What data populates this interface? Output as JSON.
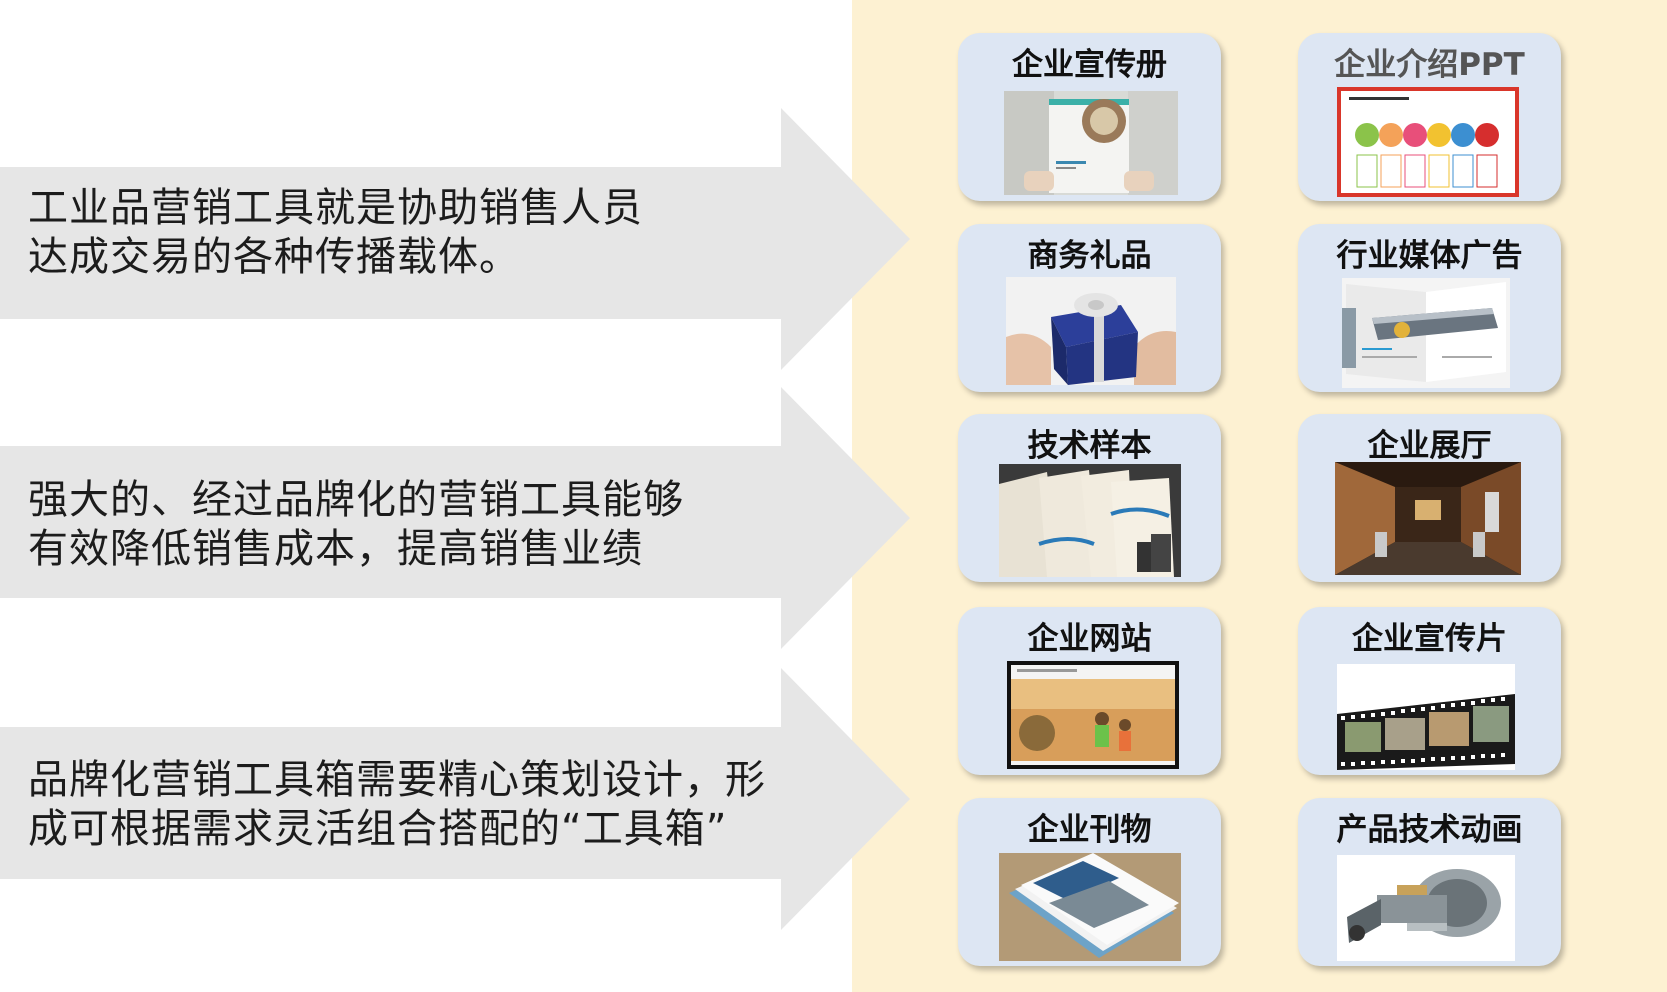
{
  "arrows": [
    {
      "text": "工业品营销工具就是协助销售人员\n达成交易的各种传播载体。"
    },
    {
      "text": "强大的、经过品牌化的营销工具能够\n有效降低销售成本，提高销售业绩"
    },
    {
      "text": "品牌化营销工具箱需要精心策划设计，形\n成可根据需求灵活组合搭配的“工具箱”"
    }
  ],
  "cards": [
    {
      "label": "企业宣传册",
      "icon": "brochure-image"
    },
    {
      "label": "企业介绍PPT",
      "icon": "ppt-slide-image"
    },
    {
      "label": "商务礼品",
      "icon": "gift-box-image"
    },
    {
      "label": "行业媒体广告",
      "icon": "magazine-ad-image"
    },
    {
      "label": "技术样本",
      "icon": "sample-booklets-image"
    },
    {
      "label": "企业展厅",
      "icon": "showroom-image"
    },
    {
      "label": "企业网站",
      "icon": "website-screen-image"
    },
    {
      "label": "企业宣传片",
      "icon": "film-strip-image"
    },
    {
      "label": "企业刊物",
      "icon": "newsletter-image"
    },
    {
      "label": "产品技术动画",
      "icon": "engine-render-image"
    }
  ]
}
